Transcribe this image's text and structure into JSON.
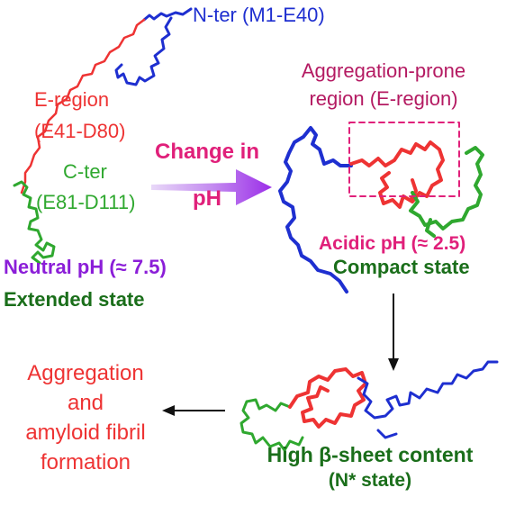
{
  "colors": {
    "n_ter": "#1e2fd0",
    "e_region": "#ee3333",
    "c_ter": "#2fa82f",
    "arrow_violet": "#9b2ee8",
    "box_dash": "#e0207a",
    "neutral_text": "#8b1ed8",
    "state_text": "#1a6e1a"
  },
  "labels": {
    "n_ter": "N-ter (M1-E40)",
    "e_region_1": "E-region",
    "e_region_2": "(E41-D80)",
    "c_ter_1": "C-ter",
    "c_ter_2": "(E81-D111)",
    "neutral_ph": "Neutral pH (≈ 7.5)",
    "extended_state": "Extended state",
    "change_1": "Change in",
    "change_2": "pH",
    "agg_prone_1": "Aggregation-prone",
    "agg_prone_2": "region (E-region)",
    "acidic_ph": "Acidic pH (≈ 2.5)",
    "compact_state": "Compact state",
    "high_beta_1": "High β-sheet content",
    "high_beta_2": "(N* state)",
    "aggregation_1": "Aggregation",
    "aggregation_2": "and",
    "aggregation_3": "amyloid fibril",
    "aggregation_4": "formation"
  }
}
